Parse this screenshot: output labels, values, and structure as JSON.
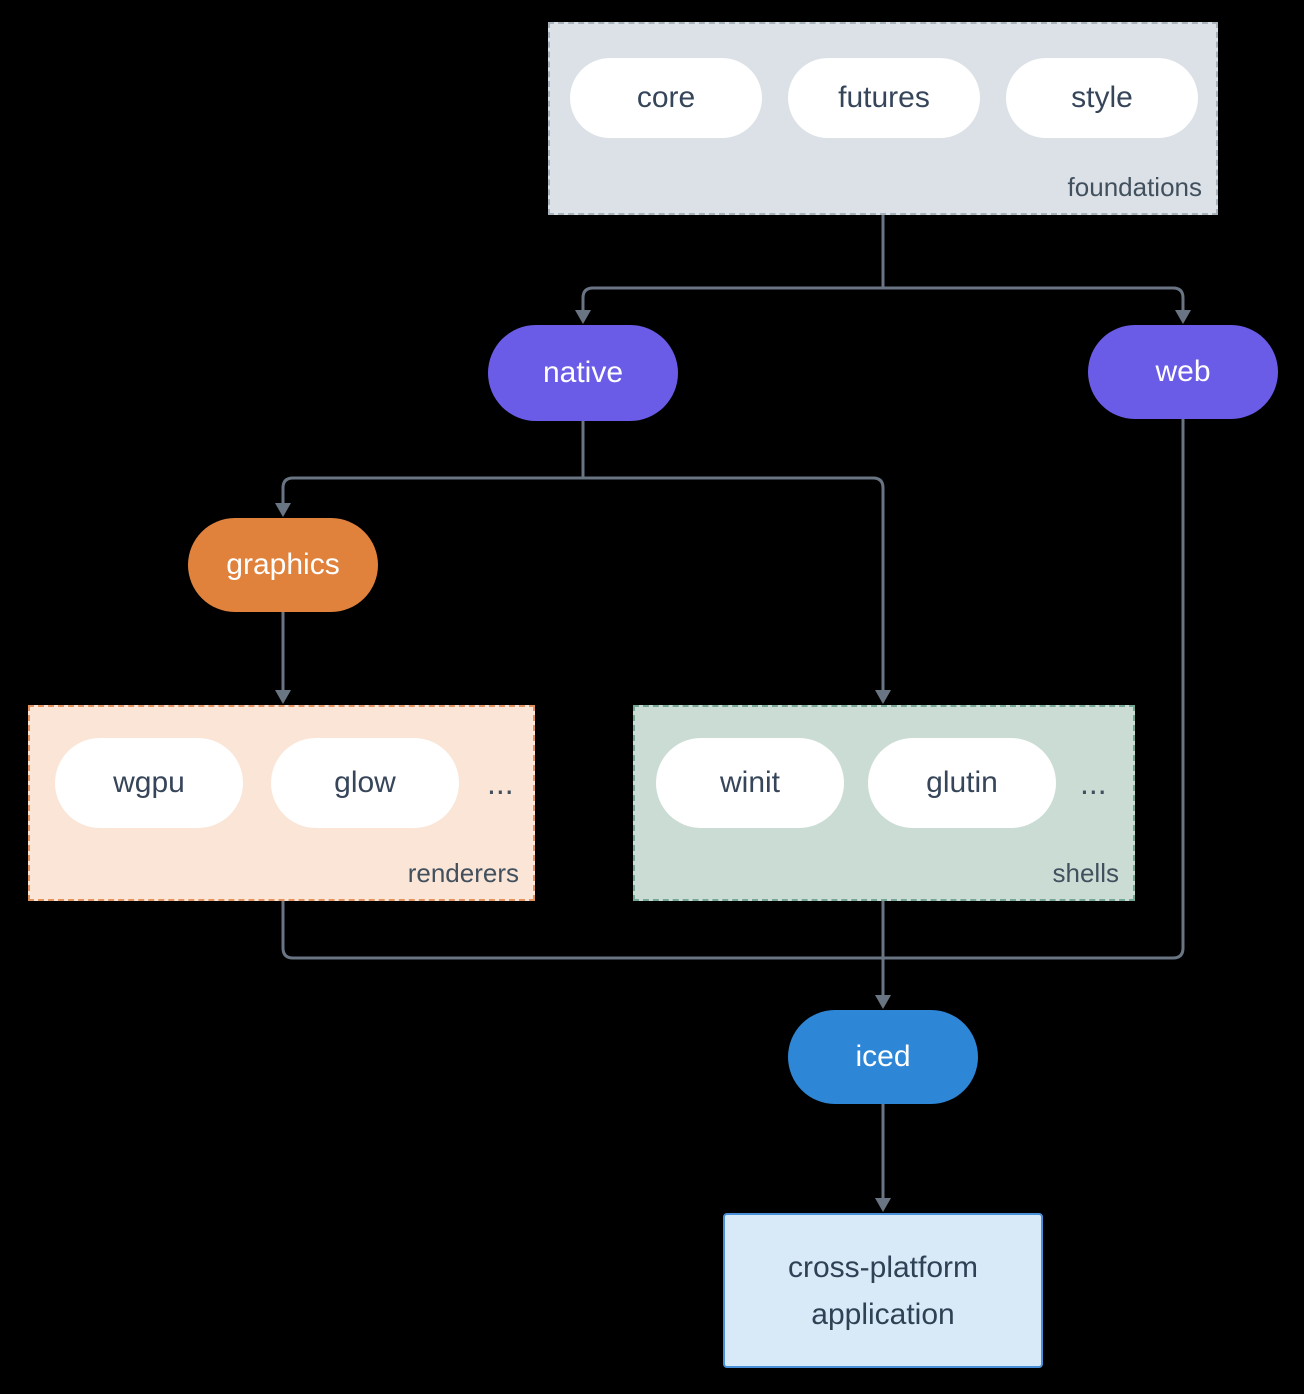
{
  "diagram": {
    "foundations": {
      "label": "foundations",
      "pills": [
        "core",
        "futures",
        "style"
      ]
    },
    "native": {
      "label": "native"
    },
    "web": {
      "label": "web"
    },
    "graphics": {
      "label": "graphics"
    },
    "renderers": {
      "label": "renderers",
      "pills": [
        "wgpu",
        "glow"
      ],
      "more": "..."
    },
    "shells": {
      "label": "shells",
      "pills": [
        "winit",
        "glutin"
      ],
      "more": "..."
    },
    "iced": {
      "label": "iced"
    },
    "application": {
      "label": "cross-platform application"
    },
    "edges": [
      {
        "from": "foundations",
        "to": "native"
      },
      {
        "from": "foundations",
        "to": "web"
      },
      {
        "from": "native",
        "to": "graphics"
      },
      {
        "from": "native",
        "to": "shells"
      },
      {
        "from": "graphics",
        "to": "renderers"
      },
      {
        "from": "renderers",
        "to": "iced"
      },
      {
        "from": "shells",
        "to": "iced"
      },
      {
        "from": "web",
        "to": "iced"
      },
      {
        "from": "iced",
        "to": "application"
      }
    ],
    "colors": {
      "background": "#000000",
      "foundations_fill": "#dbe1e6",
      "purple": "#6b5ce8",
      "orange": "#e0813c",
      "renderers_fill": "#fae5d7",
      "renderers_border": "#e2935f",
      "shells_fill": "#cbdcd5",
      "shells_border": "#74a795",
      "blue": "#2e86d6",
      "application_fill": "#d8e9f8",
      "application_border": "#4a90d9",
      "connector": "#6a7584"
    }
  }
}
